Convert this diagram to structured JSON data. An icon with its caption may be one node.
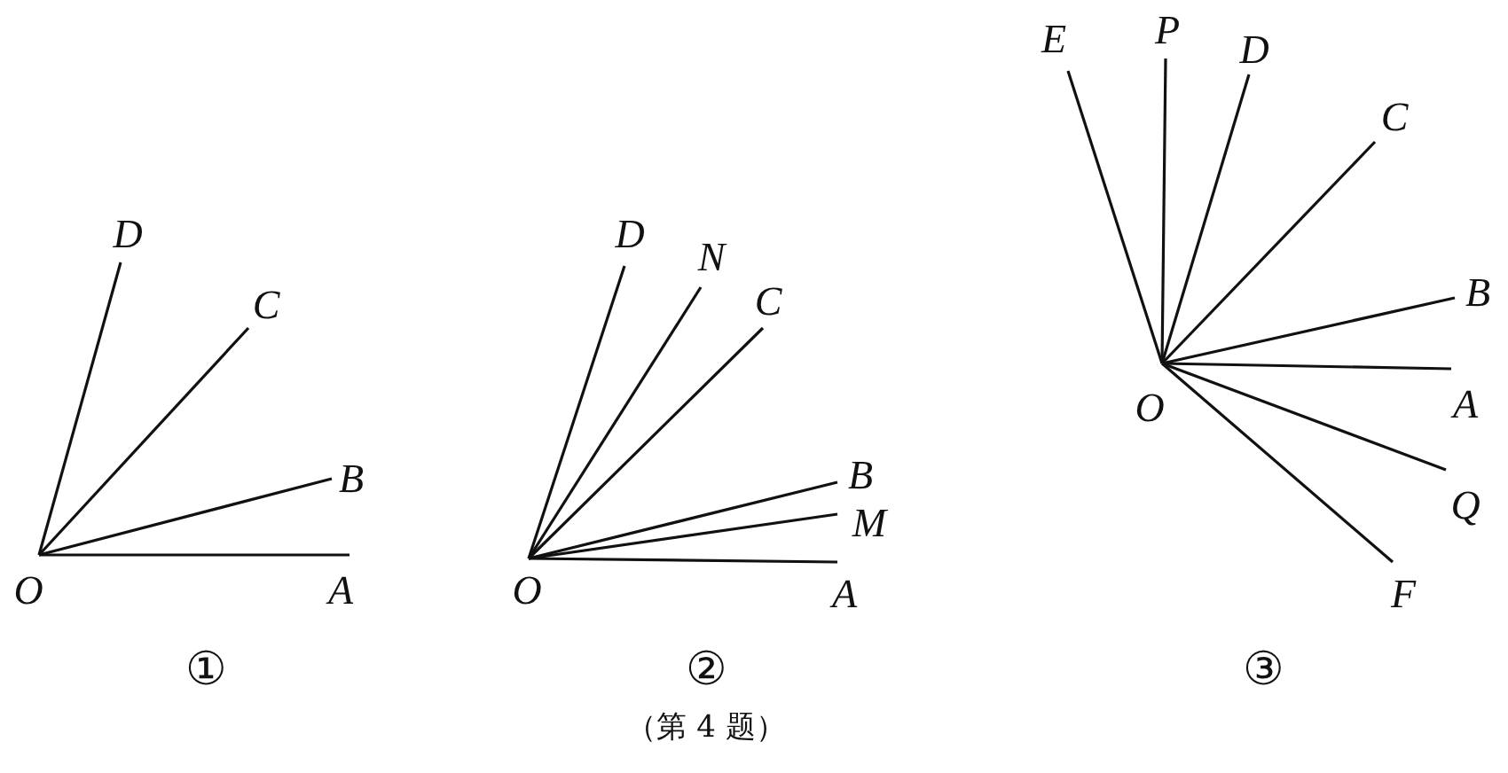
{
  "diagram": {
    "caption": "（第 4 题）",
    "labels": [
      "D",
      "C",
      "B",
      "O",
      "A",
      "D",
      "N",
      "C",
      "B",
      "M",
      "O",
      "A",
      "E",
      "P",
      "D",
      "C",
      "B",
      "O",
      "A",
      "Q",
      "F",
      "①",
      "②",
      "③"
    ]
  }
}
